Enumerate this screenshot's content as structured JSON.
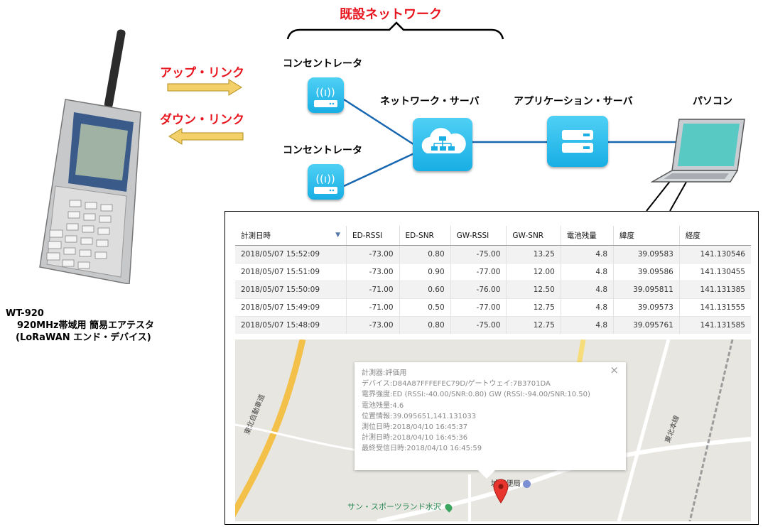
{
  "network_title": "既設ネットワーク",
  "uplink": "アップ・リンク",
  "downlink": "ダウン・リンク",
  "concentrator_top": "コンセントレータ",
  "concentrator_bottom": "コンセントレータ",
  "network_server": "ネットワーク・サーバ",
  "app_server": "アプリケーション・サーバ",
  "pc": "パソコン",
  "device": {
    "model": "WT-920",
    "line2": "920MHz帯域用 簡易エアテスタ",
    "line3": "(LoRaWAN エンド・デバイス)"
  },
  "table": {
    "headers": [
      "計測日時",
      "ED-RSSI",
      "ED-SNR",
      "GW-RSSI",
      "GW-SNR",
      "電池残量",
      "緯度",
      "経度"
    ],
    "rows": [
      [
        "2018/05/07 15:52:09",
        "-73.00",
        "0.80",
        "-75.00",
        "13.25",
        "4.8",
        "39.09583",
        "141.130546"
      ],
      [
        "2018/05/07 15:51:09",
        "-73.00",
        "0.90",
        "-77.00",
        "12.00",
        "4.8",
        "39.09586",
        "141.130455"
      ],
      [
        "2018/05/07 15:50:09",
        "-71.00",
        "0.60",
        "-76.00",
        "12.50",
        "4.8",
        "39.095811",
        "141.131385"
      ],
      [
        "2018/05/07 15:49:09",
        "-71.00",
        "0.50",
        "-77.00",
        "12.75",
        "4.8",
        "39.09573",
        "141.131555"
      ],
      [
        "2018/05/07 15:48:09",
        "-73.00",
        "0.80",
        "-75.00",
        "12.75",
        "4.8",
        "39.095761",
        "141.131585"
      ]
    ]
  },
  "popup": {
    "lines": [
      "計測器:評価用",
      "デバイス:D84A87FFFEFEC79D/ゲートウェイ:7B3701DA",
      "電界強度:ED (RSSI:-40.00/SNR:0.80) GW (RSSI:-94.00/SNR:10.50)",
      "電池残量:4.6",
      "位置情報:39.095651,141.131033",
      "測位日時:2018/04/10 16:45:37",
      "計測日時:2018/04/10 16:45:36",
      "最終受信日時:2018/04/10 16:45:59"
    ],
    "close": "×"
  },
  "map_labels": {
    "expressway": "東北自動車道",
    "mainline": "東北本線",
    "post_office": "城郵便局",
    "sports": "サン・スポーツランド水沢"
  }
}
